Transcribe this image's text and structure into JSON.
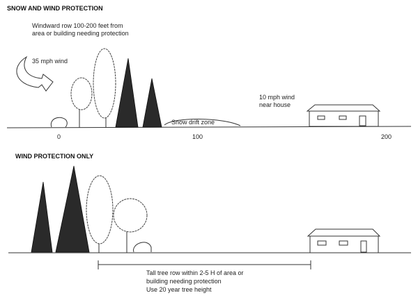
{
  "top_panel": {
    "title": "SNOW AND WIND PROTECTION",
    "windward_note": [
      "Windward row 100-200 feet from",
      "area or building needing protection"
    ],
    "wind_label": "35 mph wind",
    "snow_label": "Snow drift zone",
    "house_note": [
      "10 mph wind",
      "near house"
    ],
    "distance_labels": [
      "0",
      "100",
      "200"
    ]
  },
  "bottom_panel": {
    "title": "WIND PROTECTION ONLY",
    "note": [
      "Tall tree row within 2-5 H of area or",
      "building needing protection",
      "Use 20 year tree height"
    ]
  }
}
